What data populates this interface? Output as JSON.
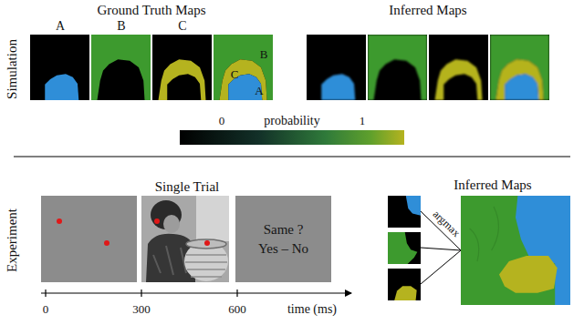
{
  "diagram": {
    "nodes": [
      {
        "text": [
          "Same ?",
          "Yes – No"
        ]
      }
    ],
    "labels": [
      "Ground Truth Maps",
      "A",
      "B",
      "C",
      "C",
      "B",
      "A",
      "Inferred Maps",
      "probability",
      "0",
      "1",
      "Simulation",
      "Single Trial",
      "Experiment",
      "0",
      "300",
      "600",
      "time (ms)",
      "Inferred Maps",
      "argmax"
    ]
  }
}
